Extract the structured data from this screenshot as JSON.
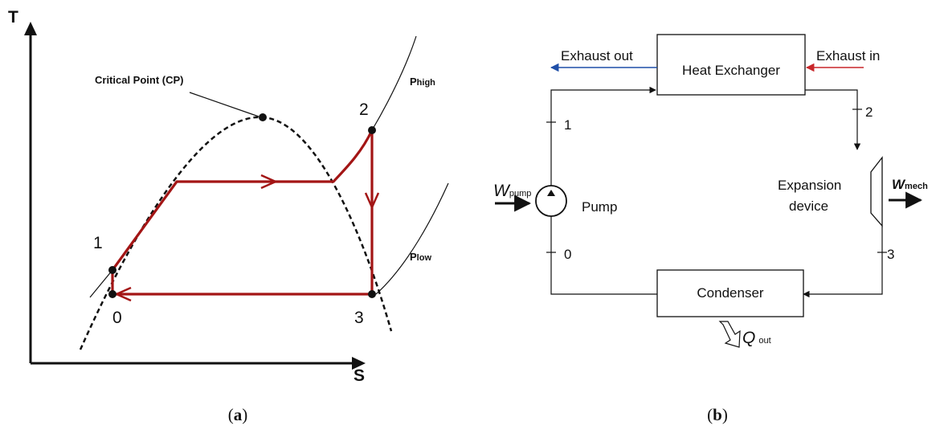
{
  "panel_a": {
    "axis_t": "T",
    "axis_s": "S",
    "critical_point": "Critical Point (CP)",
    "p_high": "P",
    "p_high_sub": "high",
    "p_low": "P",
    "p_low_sub": "low",
    "state_1": "1",
    "state_2": "2",
    "state_3": "3",
    "state_0": "0",
    "colors": {
      "cycle": "#a31515",
      "dome": "#111111"
    }
  },
  "panel_b": {
    "exhaust_out": "Exhaust out",
    "exhaust_in": "Exhaust in",
    "heat_exchanger": "Heat Exchanger",
    "pump": "Pump",
    "w_pump": "W",
    "w_pump_sub": "pump",
    "expansion_line1": "Expansion",
    "expansion_line2": "device",
    "w_mech": "W",
    "w_mech_sub": "mech",
    "condenser": "Condenser",
    "q_out": "Q",
    "q_out_sub": "out",
    "node_1": "1",
    "node_2": "2",
    "node_3": "3",
    "node_0": "0",
    "colors": {
      "exhaust_out_arrow": "#1f4fa8",
      "exhaust_in_arrow": "#c8262a"
    }
  },
  "captions": {
    "a": "a",
    "b": "b"
  }
}
